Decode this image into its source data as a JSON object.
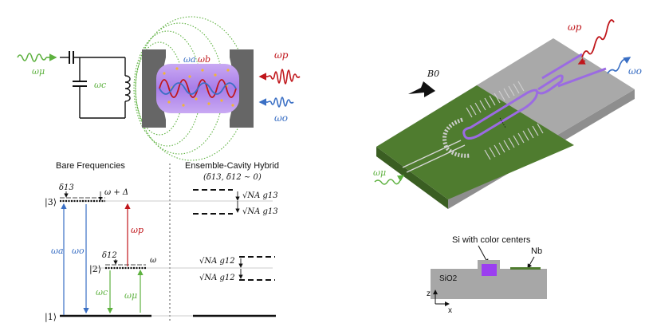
{
  "colors": {
    "green": "#5db13f",
    "red": "#c0161b",
    "blue": "#3a6fc4",
    "purple": "#9b6be2",
    "chip_green": "#4c7a2e",
    "chip_gray": "#a7a7a7",
    "level_gray": "#9a9a9a"
  },
  "circuit": {
    "omega_mu": "ωμ",
    "omega_c": "ωc",
    "omega_a": "ωa",
    "omega_b": "ωb",
    "omega_p": "ωp",
    "omega_o": "ωo"
  },
  "levels": {
    "bare_title": "Bare Frequencies",
    "hybrid_title": "Ensemble-Cavity Hybrid",
    "hybrid_subtitle": "(δ13, δ12 ~ 0)",
    "level3": "|3⟩",
    "level2": "|2⟩",
    "level1": "|1⟩",
    "delta13": "δ13",
    "delta12": "δ12",
    "omega_plus_delta": "ω + Δ",
    "omega": "ω",
    "omega_a": "ωa",
    "omega_o": "ωo",
    "omega_p": "ωp",
    "omega_c": "ωc",
    "omega_mu": "ωμ",
    "splitting": "√NA g13",
    "splitting12": "√NA g12"
  },
  "chip": {
    "b0": "B0",
    "omega_p": "ωp",
    "omega_o": "ωo",
    "omega_mu": "ωμ"
  },
  "cross_section": {
    "si_label": "Si with color centers",
    "nb_label": "Nb",
    "sio2_label": "SiO2",
    "axis_z": "z",
    "axis_x": "x"
  }
}
